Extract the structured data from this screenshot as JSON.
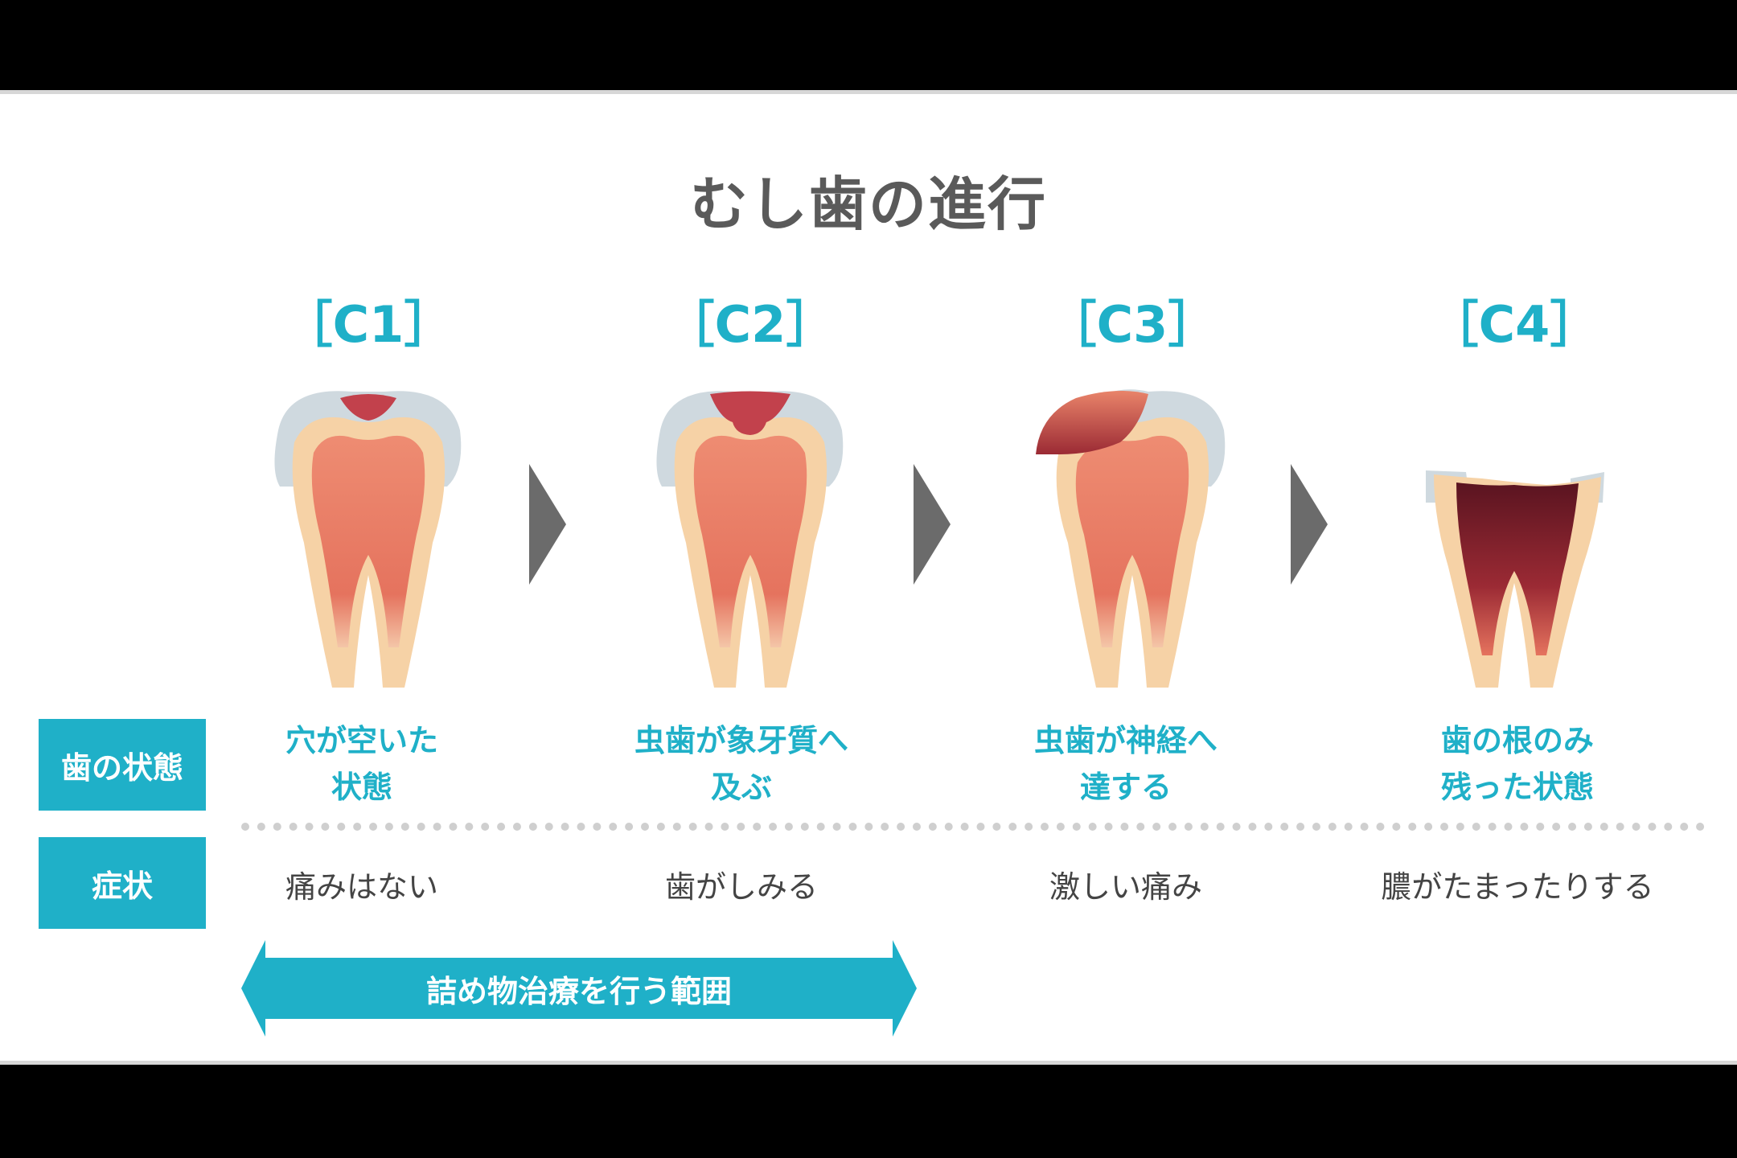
{
  "title": "むし歯の進行",
  "stages": [
    {
      "label": "［C1］",
      "state_line1": "穴が空いた",
      "state_line2": "状態",
      "symptom": "痛みはない"
    },
    {
      "label": "［C2］",
      "state_line1": "虫歯が象牙質へ",
      "state_line2": "及ぶ",
      "symptom": "歯がしみる"
    },
    {
      "label": "［C3］",
      "state_line1": "虫歯が神経へ",
      "state_line2": "達する",
      "symptom": "激しい痛み"
    },
    {
      "label": "［C4］",
      "state_line1": "歯の根のみ",
      "state_line2": "残った状態",
      "symptom": "膿がたまったりする"
    }
  ],
  "row_headers": {
    "state": "歯の状態",
    "symptom": "症状"
  },
  "range_label": "詰め物治療を行う範囲",
  "colors": {
    "accent": "#1fb0c8",
    "title": "#5a5a5a",
    "enamel": "#cfd9df",
    "dentin": "#f6d2a6",
    "pulp": "#e9846a",
    "decay": "#c2414c",
    "decay_dark": "#5a1420",
    "arrow": "#6b6b6b"
  }
}
